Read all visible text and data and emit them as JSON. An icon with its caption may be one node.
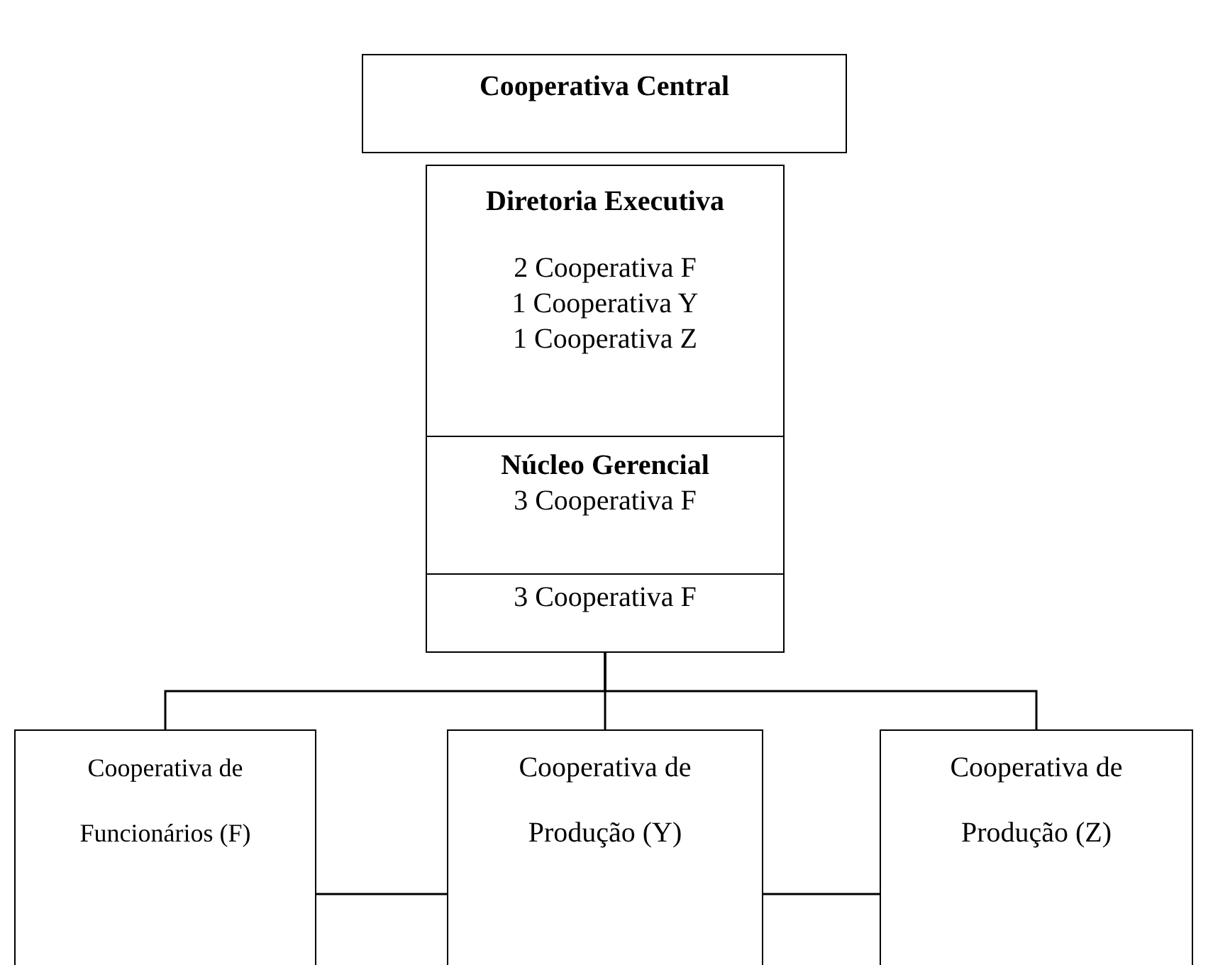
{
  "diagram": {
    "nodes": [
      {
        "text": [
          "Cooperativa Central"
        ]
      },
      {
        "text": [
          "Diretoria Executiva",
          "2 Cooperativa F",
          "1 Cooperativa Y",
          "1 Cooperativa Z"
        ]
      },
      {
        "text": [
          "Núcleo Gerencial",
          "3 Cooperativa F"
        ]
      },
      {
        "text": [
          "3 Cooperativa F"
        ]
      },
      {
        "text": [
          "Cooperativa de Funcionários (F)"
        ]
      },
      {
        "text": [
          "Cooperativa de Produção (Y)"
        ]
      },
      {
        "text": [
          "Cooperativa de Produção (Z)"
        ]
      }
    ],
    "edges": [
      {
        "from": 3,
        "to": 4,
        "arrow": "none"
      },
      {
        "from": 3,
        "to": 5,
        "arrow": "none"
      },
      {
        "from": 3,
        "to": 6,
        "arrow": "none"
      },
      {
        "from": 4,
        "to": 5,
        "arrow": "none"
      },
      {
        "from": 5,
        "to": 6,
        "arrow": "none"
      }
    ]
  }
}
